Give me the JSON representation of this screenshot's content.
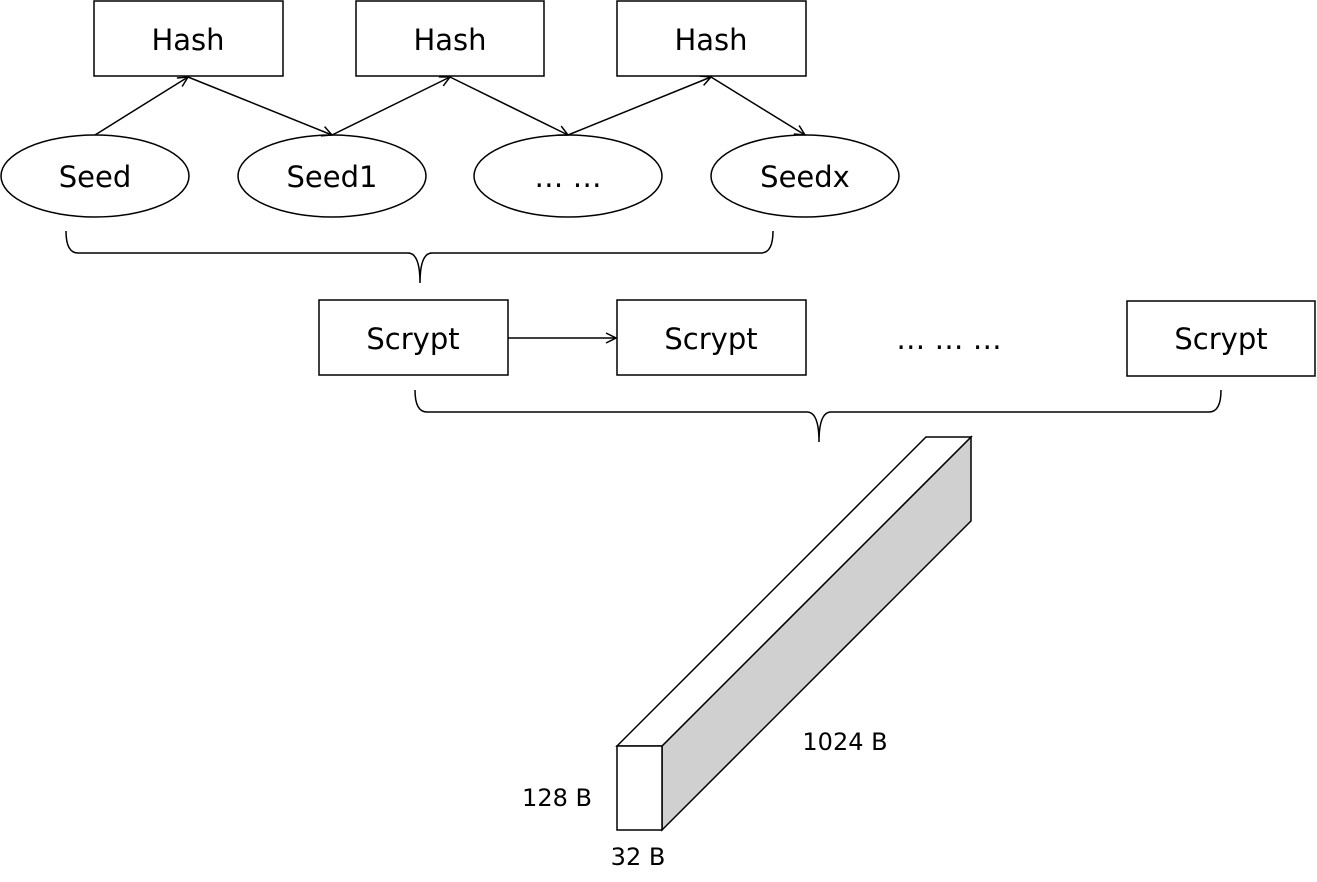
{
  "hash_boxes": [
    {
      "label": "Hash"
    },
    {
      "label": "Hash"
    },
    {
      "label": "Hash"
    }
  ],
  "seeds": [
    {
      "label": "Seed"
    },
    {
      "label": "Seed1"
    },
    {
      "label": "… …"
    },
    {
      "label": "Seedx"
    }
  ],
  "scrypt_boxes": [
    {
      "label": "Scrypt"
    },
    {
      "label": "Scrypt"
    },
    {
      "label": "Scrypt"
    }
  ],
  "scrypt_ellipsis": "… … …",
  "block": {
    "height_label": "128 B",
    "width_label": "32 B",
    "depth_label": "1024 B",
    "side_color": "#d0d0d0",
    "face_color": "#ffffff"
  }
}
